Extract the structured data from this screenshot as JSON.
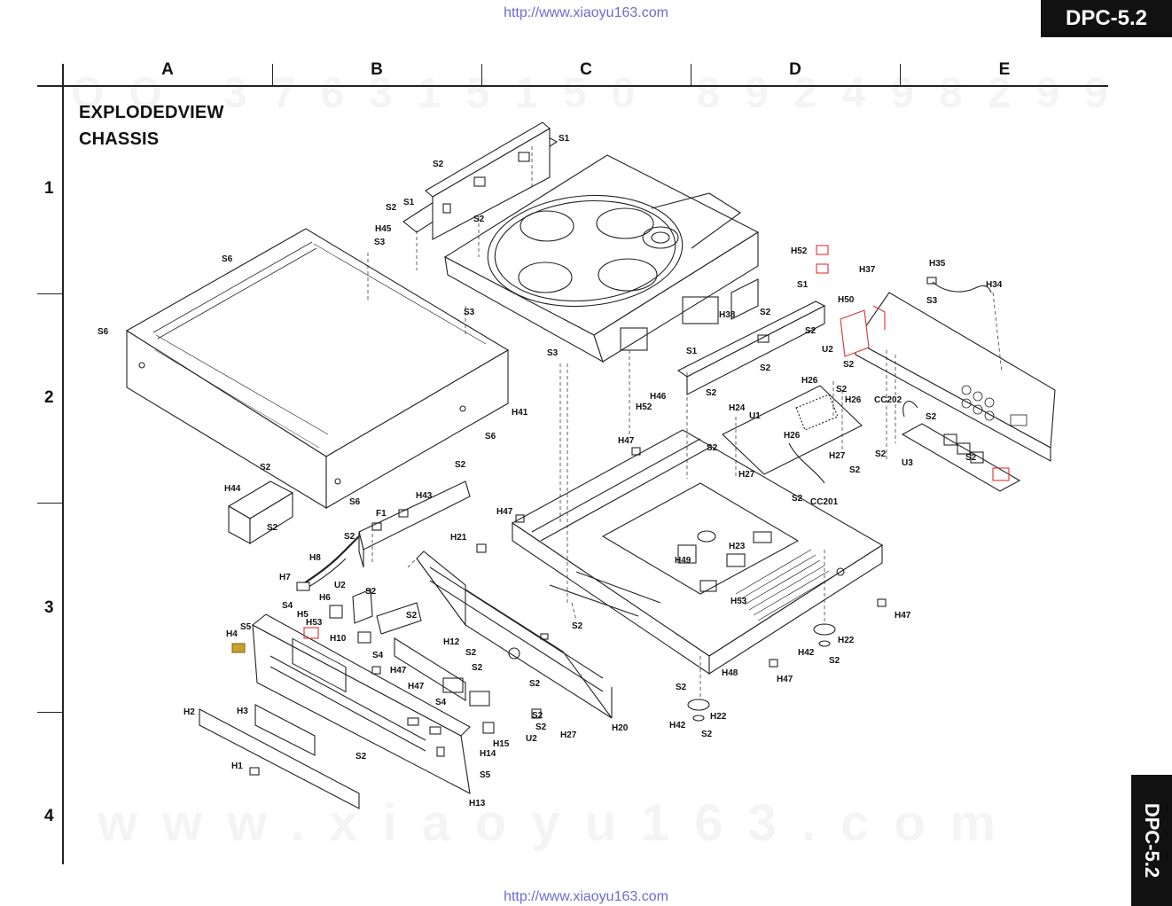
{
  "header": {
    "source_url": "http://www.xiaoyu163.com",
    "model": "DPC-5.2"
  },
  "grid": {
    "columns": [
      "A",
      "B",
      "C",
      "D",
      "E"
    ],
    "rows": [
      "1",
      "2",
      "3",
      "4"
    ]
  },
  "diagram": {
    "title_line1": "EXPLODEDVIEW",
    "title_line2": "CHASSIS"
  },
  "watermarks": {
    "qq_top": "QQ 376315150    892498299",
    "site_bottom": "www.xiaoyu163.com"
  },
  "part_labels": [
    "S1",
    "S2",
    "S2",
    "S1",
    "S2",
    "H45",
    "S3",
    "S6",
    "S3",
    "S6",
    "S3",
    "H41",
    "S6",
    "S2",
    "S2",
    "H44",
    "S2",
    "S6",
    "H43",
    "F1",
    "S2",
    "H8",
    "H7",
    "U2",
    "S2",
    "S4",
    "H6",
    "H53",
    "H5",
    "H4",
    "S5",
    "S2",
    "H10",
    "S4",
    "H47",
    "H47",
    "S4",
    "H2",
    "H3",
    "S2",
    "H1",
    "S5",
    "H13",
    "H14",
    "H15",
    "U2",
    "S2",
    "H27",
    "H20",
    "S2",
    "H12",
    "S2",
    "S2",
    "S2",
    "S2",
    "H21",
    "H47",
    "H47",
    "S2",
    "H52",
    "H46",
    "S2",
    "H24",
    "U1",
    "S1",
    "S2",
    "H38",
    "S2",
    "S2",
    "H52",
    "S1",
    "H37",
    "H50",
    "U2",
    "S2",
    "H35",
    "H34",
    "S3",
    "H26",
    "S2",
    "H26",
    "H26",
    "H27",
    "S2",
    "S2",
    "CC202",
    "S2",
    "U3",
    "S2",
    "S2",
    "CC201",
    "H27",
    "H23",
    "H49",
    "H53",
    "H47",
    "H22",
    "H42",
    "S2",
    "H48",
    "H47",
    "S2",
    "H22",
    "H42",
    "S2"
  ]
}
